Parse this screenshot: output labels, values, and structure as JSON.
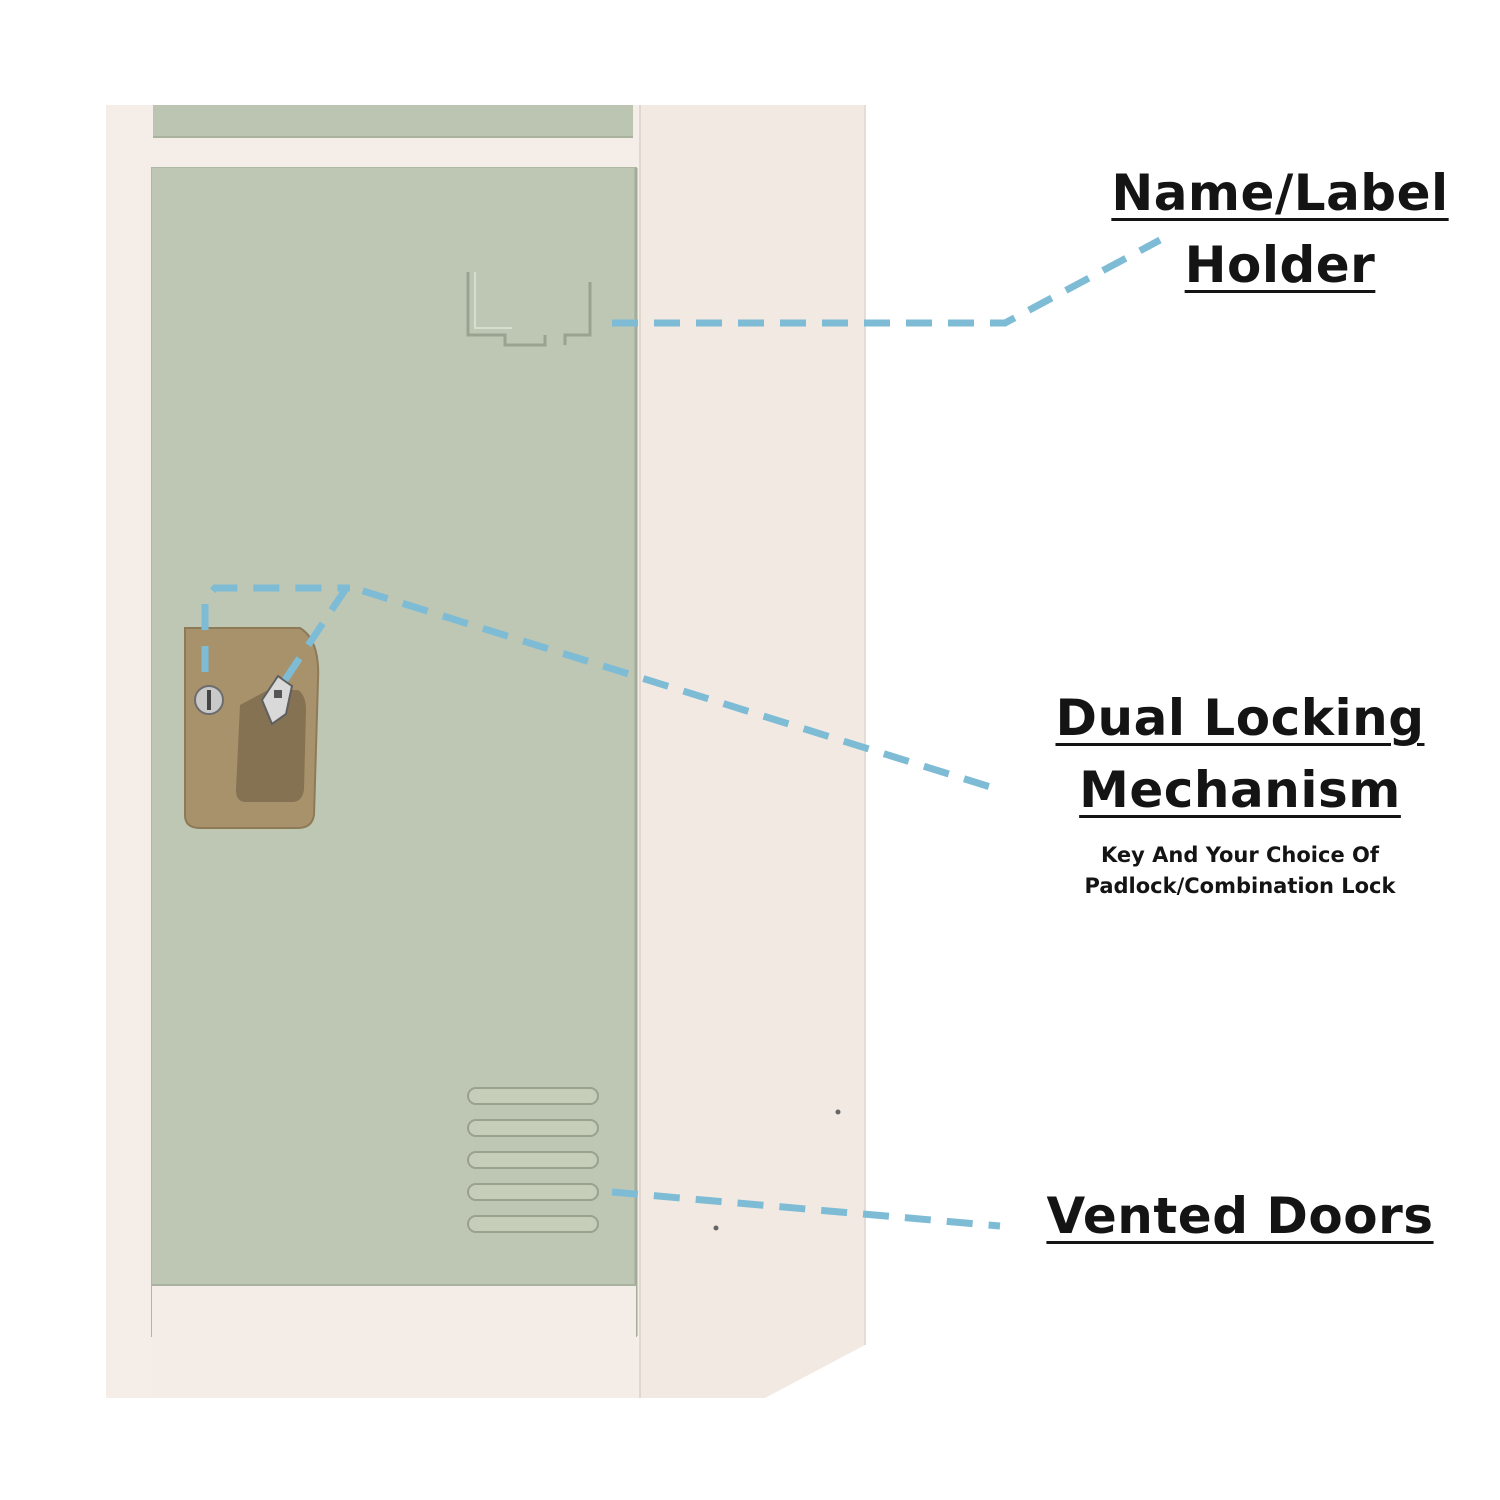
{
  "colors": {
    "cabinet": "#f4ece6",
    "door": "#bcc4b2",
    "handle": "#a7926c",
    "leader": "#7ebcd6",
    "text": "#141414"
  },
  "callouts": {
    "name_label": {
      "line1": "Name/Label",
      "line2": "Holder"
    },
    "dual_lock": {
      "line1": "Dual Locking",
      "line2": "Mechanism",
      "desc1": "Key And Your Choice Of",
      "desc2": "Padlock/Combination Lock"
    },
    "vented": {
      "line1": "Vented Doors"
    }
  },
  "icons": {
    "locker": "locker-illustration",
    "label_holder": "label-holder-icon",
    "key_lock": "key-cylinder-icon",
    "padlock_hasp": "padlock-hasp-icon",
    "vents": "vent-slots-icon"
  }
}
